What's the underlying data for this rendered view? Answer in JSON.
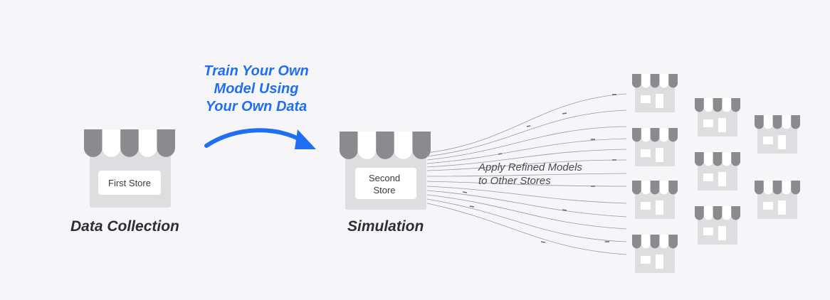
{
  "stages": {
    "data_collection": "Data Collection",
    "simulation": "Simulation"
  },
  "stores": {
    "first": "First Store",
    "second_line1": "Second",
    "second_line2": "Store"
  },
  "train_arrow": {
    "line1": "Train Your Own",
    "line2": "Model Using",
    "line3": "Your Own Data"
  },
  "apply": {
    "line1": "Apply Refined Models",
    "line2": "to Other Stores"
  },
  "colors": {
    "accent_blue": "#1f6ff2",
    "awning_dark": "#8a8a8f",
    "awning_light": "#ffffff",
    "store_body": "#dedee0",
    "background": "#f6f6f8"
  }
}
